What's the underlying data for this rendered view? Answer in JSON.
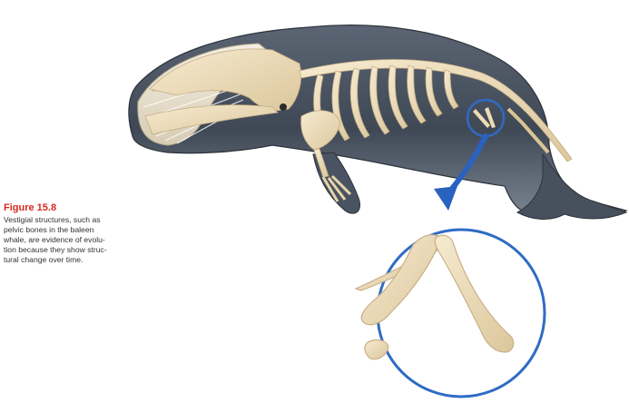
{
  "figure": {
    "title": "Figure 15.8",
    "caption_lines": [
      "Vestigial structures, such as",
      "pelvic bones in the baleen",
      "whale, are evidence of evolu-",
      "tion because they show struc-",
      "tural change over time."
    ]
  },
  "colors": {
    "title_accent": "#d9291c",
    "whale_skin": "#4a5462",
    "bone": "#ecdcb4",
    "callout_circle": "#2f6bc4",
    "arrow": "#2a62c0"
  },
  "icons": {
    "callout_arrow": "curved-arrow-icon"
  }
}
